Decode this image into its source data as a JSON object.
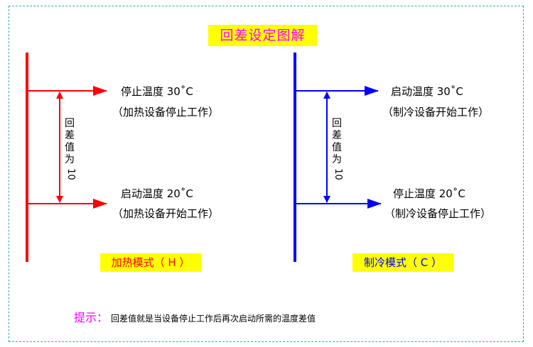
{
  "title": "回差设定图解",
  "heating": {
    "top_label": "停止温度 30˚C",
    "top_sub": "（加热设备停止工作）",
    "bottom_label": "启动温度 20˚C",
    "bottom_sub": "（加热设备开始工作）",
    "diff_text": "回差值为",
    "diff_value": "10",
    "mode_label": "加热模式（ H ）",
    "color": "#ff0000"
  },
  "cooling": {
    "top_label": "启动温度 30˚C",
    "top_sub": "（制冷设备开始工作）",
    "bottom_label": "停止温度 20˚C",
    "bottom_sub": "（制冷设备停止工作）",
    "diff_text": "回差值为",
    "diff_value": "10",
    "mode_label": "制冷模式（ C ）",
    "color": "#0000ff"
  },
  "tip": {
    "label": "提示：",
    "text": "回差值就是当设备停止工作后再次启动所需的温度差值"
  },
  "colors": {
    "title_bg": "#ffff00",
    "title_text": "#ff00ff",
    "frame": "#3aa7b5"
  }
}
